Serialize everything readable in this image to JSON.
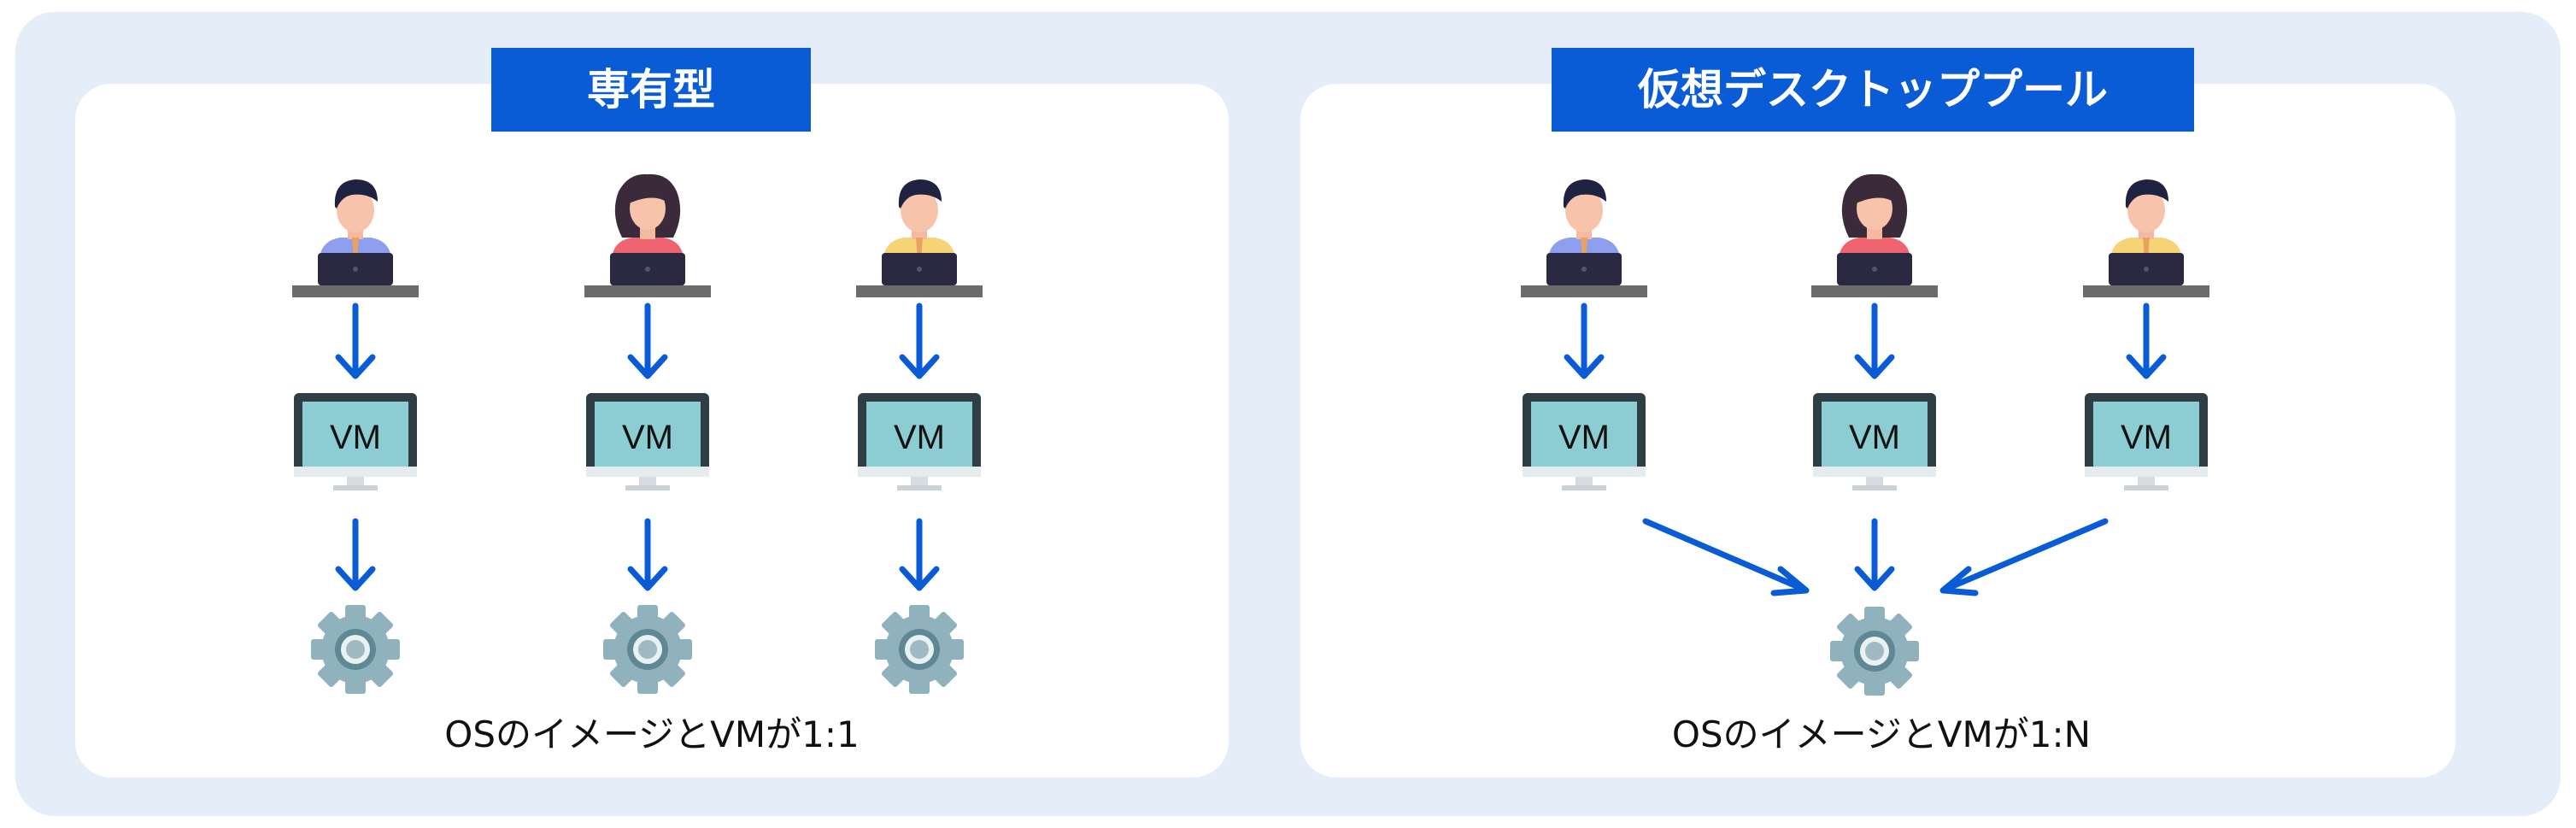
{
  "panels": [
    {
      "title": "専有型",
      "caption": "OSのイメージとVMが1:1"
    },
    {
      "title": "仮想デスクトッププール",
      "caption": "OSのイメージとVMが1:N"
    }
  ],
  "vm_label": "VM",
  "icons": {
    "user": "user-at-laptop-icon",
    "monitor": "vm-monitor-icon",
    "gear": "os-image-gear-icon",
    "arrow": "down-arrow-icon"
  },
  "users": [
    {
      "shirt": "#8f9ff0",
      "hair": "short"
    },
    {
      "shirt": "#f06470",
      "hair": "long"
    },
    {
      "shirt": "#f6d476",
      "hair": "short"
    }
  ],
  "colors": {
    "background": "#e4edf8",
    "panel": "#ffffff",
    "title_bg": "#0a5bd6",
    "arrow": "#0a5bd6",
    "monitor_frame": "#2f3d45",
    "monitor_screen": "#8bcdd2",
    "gear": "#8fb2bd"
  }
}
